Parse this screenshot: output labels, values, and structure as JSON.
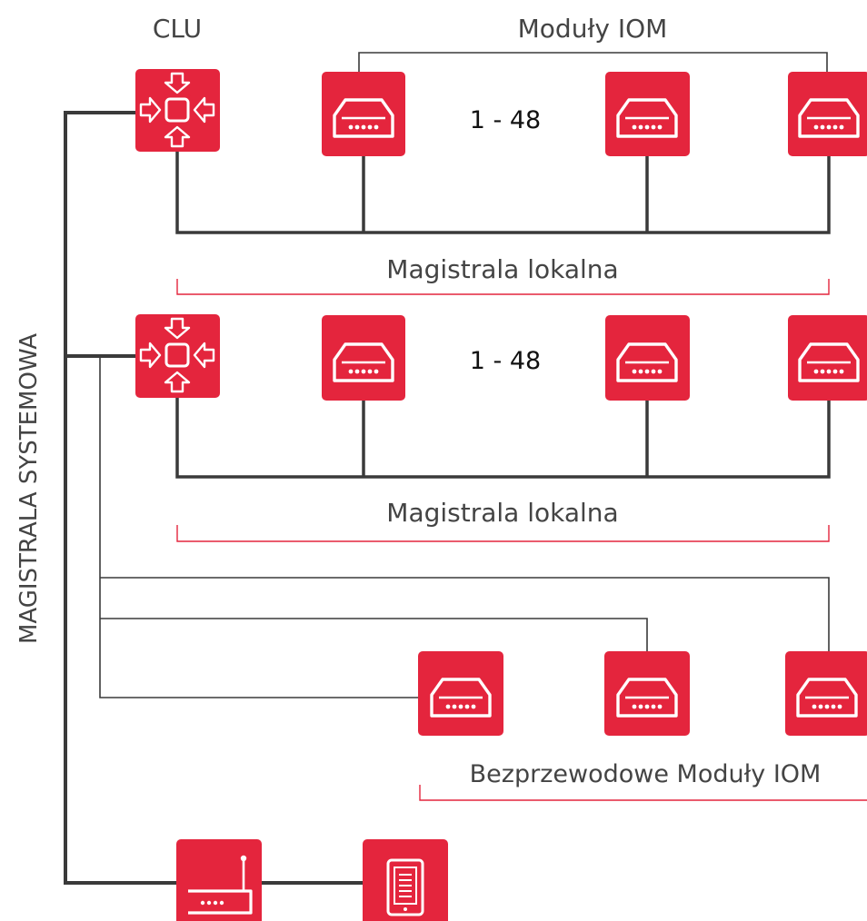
{
  "labels": {
    "clu": "CLU",
    "iom_modules": "Moduły IOM",
    "range_1": "1 - 48",
    "range_2": "1 - 48",
    "local_bus_1": "Magistrala lokalna",
    "local_bus_2": "Magistrala lokalna",
    "wireless_modules": "Bezprzewodowe Moduły IOM",
    "system_bus": "MAGISTRALA SYSTEMOWA"
  },
  "colors": {
    "accent": "#e4253d",
    "icon_stroke": "#ffffff",
    "bus_line": "#3a3a3a",
    "text": "#444444"
  },
  "icons": {
    "clu": "clu-controller-icon",
    "iom": "iom-module-icon",
    "router": "router-icon",
    "tablet": "tablet-icon"
  }
}
